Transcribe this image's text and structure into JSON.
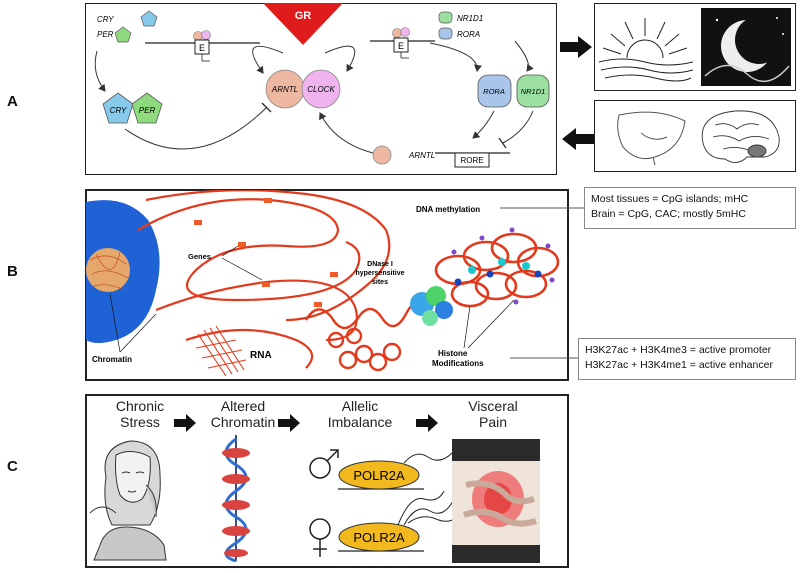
{
  "panel_labels": {
    "a": "A",
    "b": "B",
    "c": "C"
  },
  "panelA": {
    "gr": "GR",
    "genes_left": [
      "CRY",
      "PER"
    ],
    "genes_right": [
      "NR1D1",
      "RORA"
    ],
    "promoter_e": "E",
    "complex": [
      "ARNTL",
      "CLOCK"
    ],
    "repressors": [
      "CRY",
      "PER"
    ],
    "nuclear_receptors": [
      "RORA",
      "NR1D1"
    ],
    "arntl_gene": "ARNTL",
    "rore": "RORE"
  },
  "panelB": {
    "labels": {
      "genes": "Genes",
      "chromatin": "Chromatin",
      "rna": "RNA",
      "dnase": [
        "DNase I",
        "hypersensitive",
        "sites"
      ],
      "dna_methylation": "DNA methylation",
      "histone": [
        "Histone",
        "Modifications"
      ]
    },
    "annotation_methylation": [
      "Most tissues = CpG islands; mHC",
      "Brain = CpG, CAC; mostly 5mHC"
    ],
    "annotation_histone": [
      "H3K27ac + H3K4me3 = active promoter",
      "H3K27ac + H3K4me1 = active enhancer"
    ]
  },
  "panelC": {
    "steps": [
      {
        "line1": "Chronic",
        "line2": "Stress"
      },
      {
        "line1": "Altered",
        "line2": "Chromatin"
      },
      {
        "line1": "Allelic",
        "line2": "Imbalance"
      },
      {
        "line1": "Visceral",
        "line2": "Pain"
      }
    ],
    "gene": "POLR2A",
    "colors": {
      "polr2a_fill": "#F2B91E",
      "panel_border": "#222222"
    }
  },
  "colors": {
    "gr": "#E01B1B",
    "cry": "#86C9E8",
    "per": "#8FDA7E",
    "nr1d1": "#9BE0A0",
    "rora": "#A9C6EA",
    "arntl": "#EDB7A1",
    "clock": "#EFB3EE",
    "chromatin_red": "#E23A1C",
    "nucleus": "#1E62D6"
  }
}
